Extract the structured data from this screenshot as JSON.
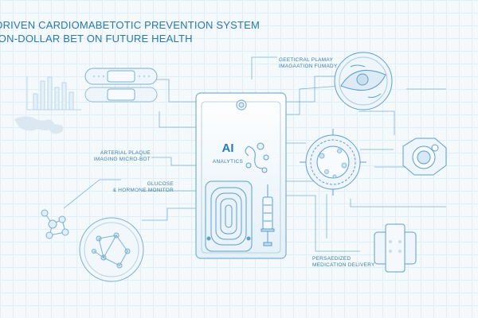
{
  "headline": {
    "line1": "Driven Cardiomabetotic Prevention System",
    "line2": "ion-Dollar Bet on Future Health"
  },
  "device": {
    "ai_label": "AI",
    "ai_sublabel": "Analytics"
  },
  "callouts": [
    {
      "id": "arterial",
      "line1": "Arterial Plaque",
      "line2": "Imaging Micro-Bot"
    },
    {
      "id": "glucose",
      "line1": "Glucose",
      "line2": "& Hormone Monitor"
    },
    {
      "id": "genetic",
      "line1": "Geeticral Plamay",
      "line2": "Imagaation Fumady"
    },
    {
      "id": "medication",
      "line1": "Persaedized",
      "line2": "Medication Delivery"
    }
  ],
  "palette": {
    "line": "#7bb0d3",
    "text": "#3e7ea6",
    "title": "#2b78a8",
    "device_fill": "#ecf4fa"
  }
}
